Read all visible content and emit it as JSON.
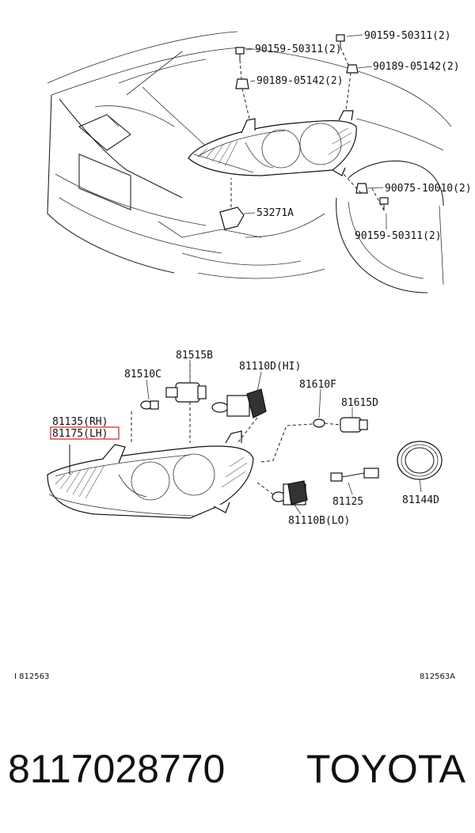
{
  "upper_labels": {
    "clip_top_right": "90159-50311(2)",
    "clip_top_left": "90159-50311(2)",
    "nut_right": "90189-05142(2)",
    "nut_left": "90189-05142(2)",
    "retainer": "90075-10010(2)",
    "clip_lower": "90159-50311(2)",
    "bracket": "53271A"
  },
  "lower_labels": {
    "socket_81515": "81515B",
    "bulb_81510": "81510C",
    "bulb_hi": "81110D(HI)",
    "bulb_81610": "81610F",
    "socket_81615": "81615D",
    "headlamp_rh": "81135(RH)",
    "headlamp_lh": "81175(LH)",
    "wire_81125": "81125",
    "cover_81144": "81144D",
    "bulb_lo": "81110B(LO)"
  },
  "highlight_color": "#e0565b",
  "ref_left": "I 812563",
  "ref_right": "812563A",
  "footer": {
    "part_number": "8117028770",
    "brand": "TOYOTA"
  }
}
